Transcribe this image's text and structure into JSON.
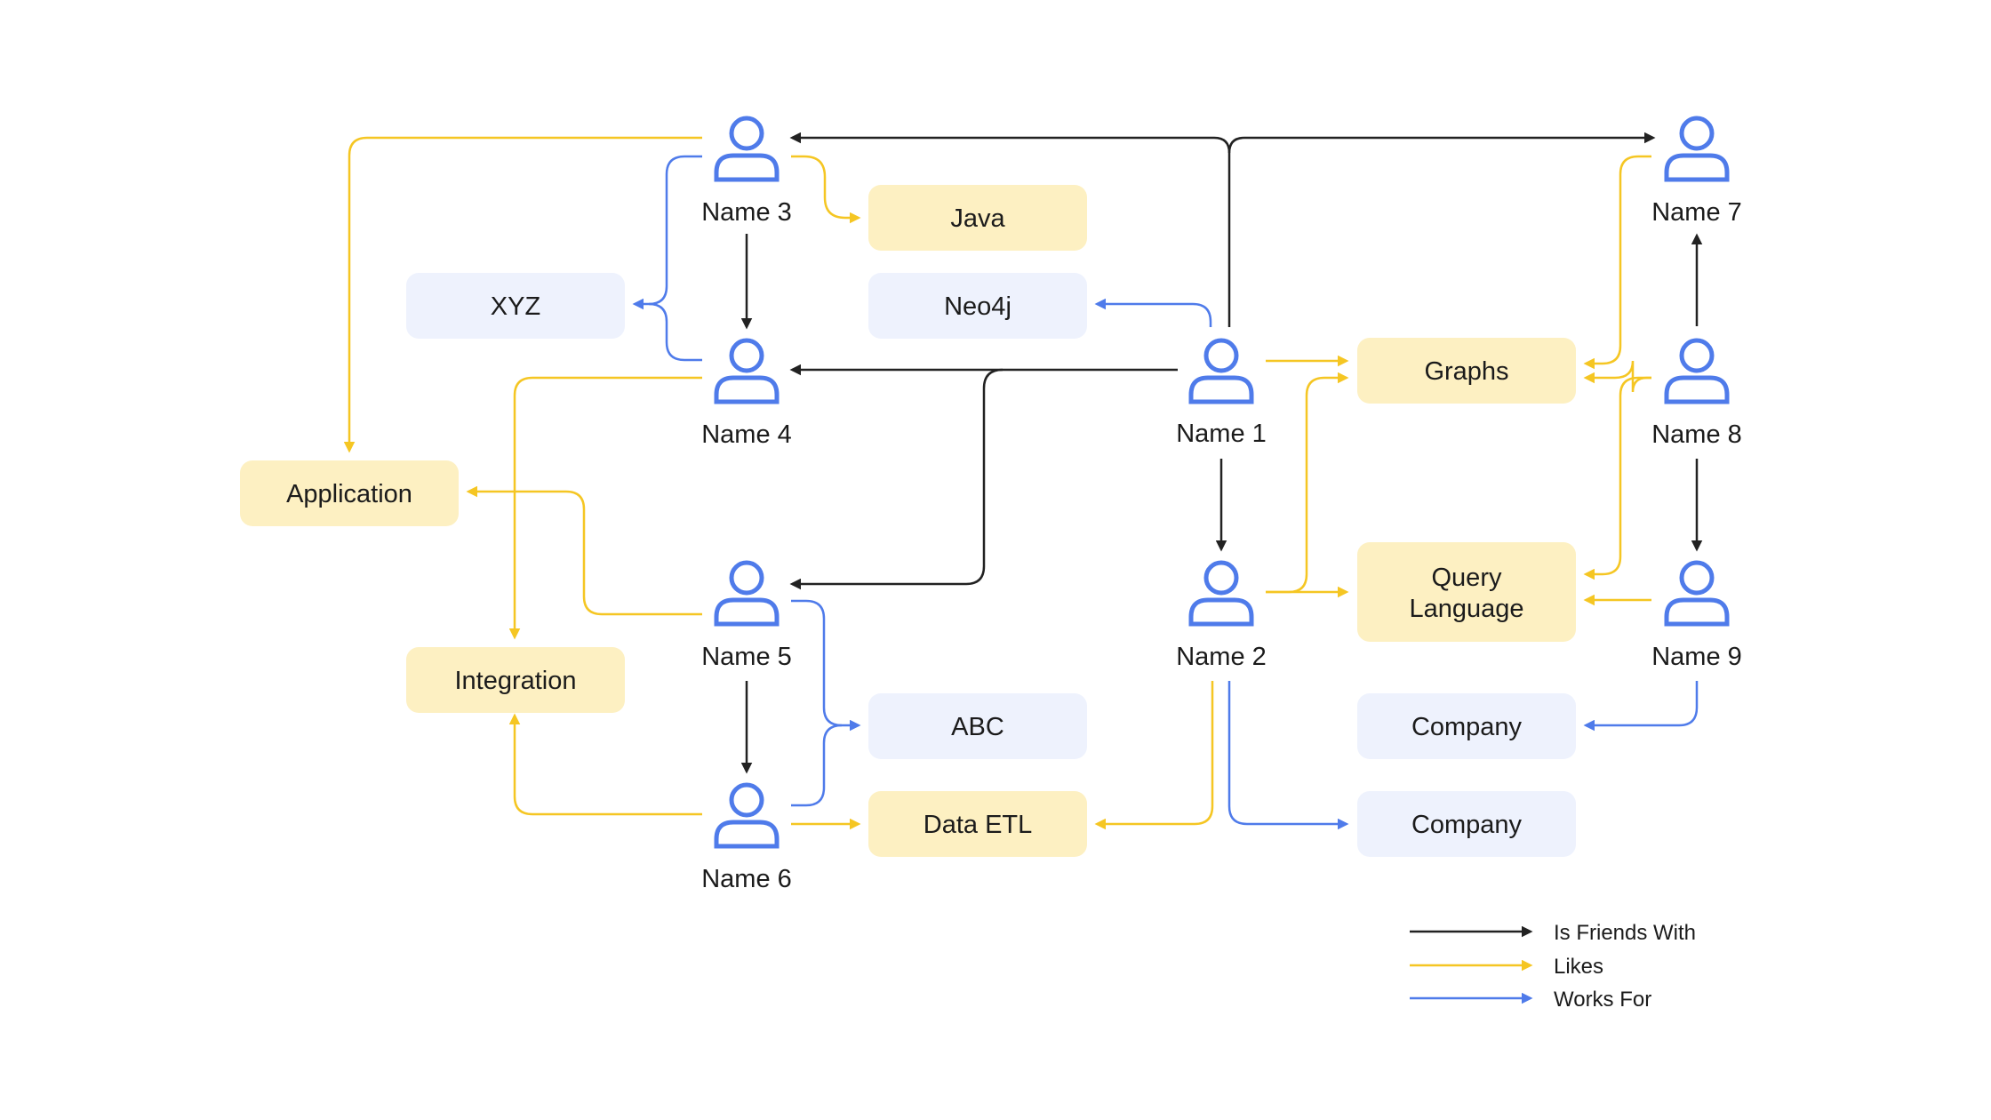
{
  "colors": {
    "friends": "#222222",
    "likes": "#F5C623",
    "works": "#4F7BEA",
    "person": "#4F7BEA",
    "yellow_box": "#FDF0C2",
    "blue_box": "#EEF2FD",
    "text": "#1b1b1b"
  },
  "persons": {
    "n1": "Name 1",
    "n2": "Name 2",
    "n3": "Name 3",
    "n4": "Name 4",
    "n5": "Name 5",
    "n6": "Name 6",
    "n7": "Name 7",
    "n8": "Name 8",
    "n9": "Name 9"
  },
  "topics": {
    "java": "Java",
    "neo4j": "Neo4j",
    "xyz": "XYZ",
    "application": "Application",
    "integration": "Integration",
    "graphs": "Graphs",
    "query_language": [
      "Query",
      "Language"
    ],
    "abc": "ABC",
    "data_etl": "Data ETL",
    "company_a": "Company",
    "company_b": "Company"
  },
  "legend": {
    "friends": "Is Friends With",
    "likes": "Likes",
    "works": "Works For"
  }
}
